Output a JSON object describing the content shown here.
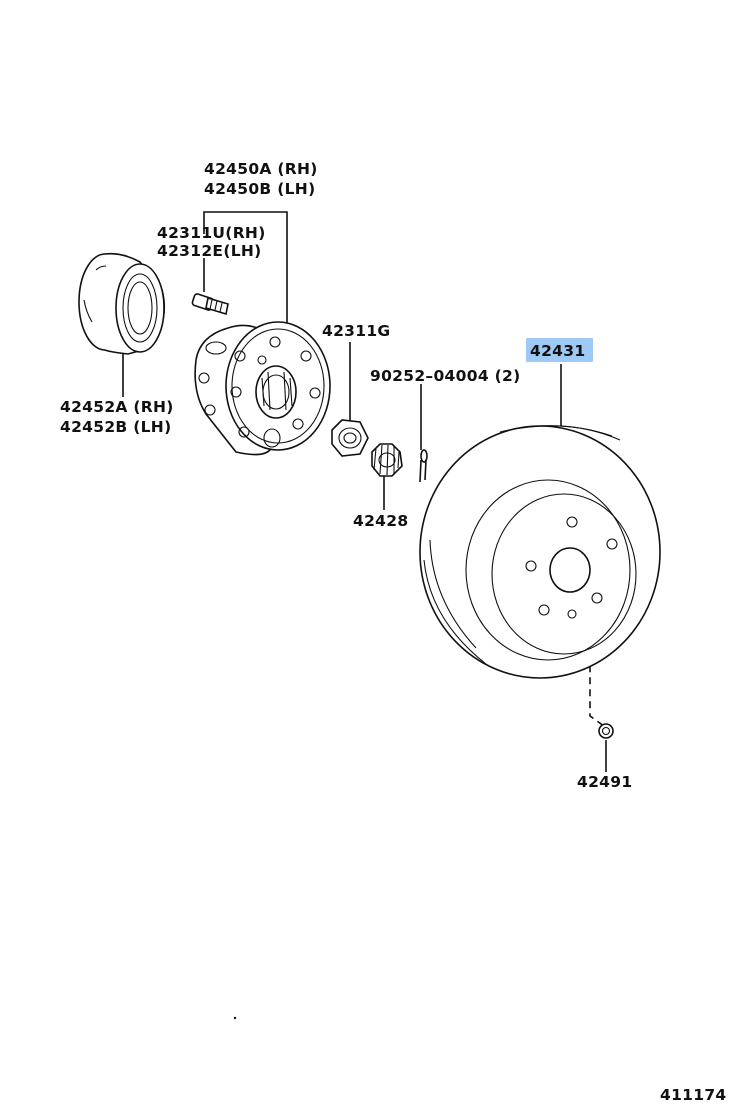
{
  "callouts": {
    "hub_rh": "42450A  (RH)",
    "hub_lh": "42450B  (LH)",
    "bolt_rh": "42311U(RH)",
    "bolt_lh": "42312E(LH)",
    "seal_rh": "42452A (RH)",
    "seal_lh": "42452B (LH)",
    "nut": "42311G",
    "pin": "90252–04004 (2)",
    "lock_cap": "42428",
    "disc": "42431",
    "screw": "42491"
  },
  "highlight_color": "#9ec9f5",
  "illustration_id": "411174"
}
